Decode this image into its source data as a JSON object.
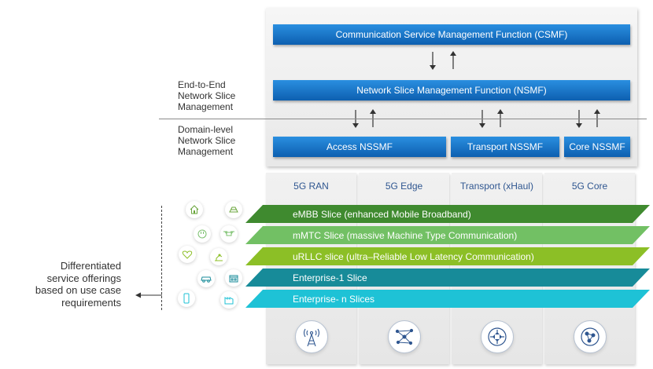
{
  "management": {
    "csmf": "Communication Service Management Function  (CSMF)",
    "nsmf": "Network Slice Management Function  (NSMF)",
    "nssmf": {
      "access": "Access NSSMF",
      "transport": "Transport NSSMF",
      "core": "Core NSSMF"
    }
  },
  "labels": {
    "e2e": [
      "End-to-End",
      "Network Slice",
      "Management"
    ],
    "domain": [
      "Domain-level",
      "Network Slice",
      "Management"
    ],
    "differentiated": [
      "Differentiated",
      "service offerings",
      "based on use case",
      "requirements"
    ]
  },
  "columns": [
    {
      "label": "5G RAN",
      "icon": "radio-tower-icon"
    },
    {
      "label": "5G Edge",
      "icon": "network-graph-icon"
    },
    {
      "label": "Transport (xHaul)",
      "icon": "router-arrows-icon"
    },
    {
      "label": "5G Core",
      "icon": "core-network-icon"
    }
  ],
  "slices": [
    {
      "label": "eMBB Slice (enhanced Mobile Broadband)",
      "color": "#3f8a2f"
    },
    {
      "label": "mMTC Slice (massive Machine Type Communication)",
      "color": "#72c064"
    },
    {
      "label": "uRLLC slice (ultra–Reliable Low Latency Communication)",
      "color": "#8cbf26"
    },
    {
      "label": "Enterprise-1 Slice",
      "color": "#178b99"
    },
    {
      "label": "Enterprise- n Slices",
      "color": "#1ec2d6"
    }
  ],
  "use_case_icons": [
    "home-icon",
    "vehicle-icon",
    "power-plug-icon",
    "drone-icon",
    "heart-monitor-icon",
    "robot-arm-icon",
    "car-icon",
    "factory-icon",
    "phone-icon",
    "industry-icon"
  ]
}
